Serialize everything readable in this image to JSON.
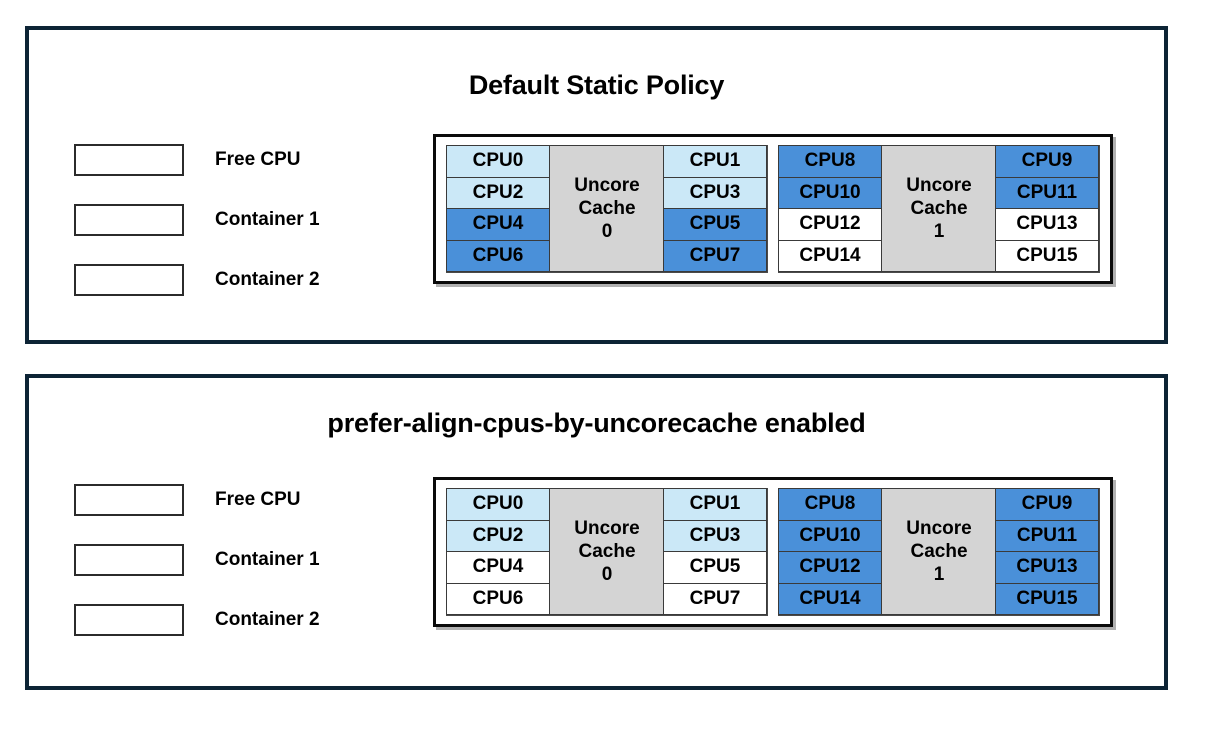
{
  "panels": [
    {
      "title": "Default Static Policy",
      "legend": [
        {
          "label": "Free CPU",
          "state": "free",
          "color": "#ffffff"
        },
        {
          "label": "Container 1",
          "state": "container1",
          "color": "#cbe8f7"
        },
        {
          "label": "Container 2",
          "state": "container2",
          "color": "#4a90d9"
        }
      ],
      "sockets": [
        {
          "cache_name": "Uncore",
          "cache_sub": "Cache",
          "cache_id": "0",
          "left_column": [
            {
              "label": "CPU0",
              "state": "container1"
            },
            {
              "label": "CPU2",
              "state": "container1"
            },
            {
              "label": "CPU4",
              "state": "container2"
            },
            {
              "label": "CPU6",
              "state": "container2"
            }
          ],
          "right_column": [
            {
              "label": "CPU1",
              "state": "container1"
            },
            {
              "label": "CPU3",
              "state": "container1"
            },
            {
              "label": "CPU5",
              "state": "container2"
            },
            {
              "label": "CPU7",
              "state": "container2"
            }
          ]
        },
        {
          "cache_name": "Uncore",
          "cache_sub": "Cache",
          "cache_id": "1",
          "left_column": [
            {
              "label": "CPU8",
              "state": "container2"
            },
            {
              "label": "CPU10",
              "state": "container2"
            },
            {
              "label": "CPU12",
              "state": "free"
            },
            {
              "label": "CPU14",
              "state": "free"
            }
          ],
          "right_column": [
            {
              "label": "CPU9",
              "state": "container2"
            },
            {
              "label": "CPU11",
              "state": "container2"
            },
            {
              "label": "CPU13",
              "state": "free"
            },
            {
              "label": "CPU15",
              "state": "free"
            }
          ]
        }
      ]
    },
    {
      "title": "prefer-align-cpus-by-uncorecache enabled",
      "legend": [
        {
          "label": "Free CPU",
          "state": "free",
          "color": "#ffffff"
        },
        {
          "label": "Container 1",
          "state": "container1",
          "color": "#cbe8f7"
        },
        {
          "label": "Container 2",
          "state": "container2",
          "color": "#4a90d9"
        }
      ],
      "sockets": [
        {
          "cache_name": "Uncore",
          "cache_sub": "Cache",
          "cache_id": "0",
          "left_column": [
            {
              "label": "CPU0",
              "state": "container1"
            },
            {
              "label": "CPU2",
              "state": "container1"
            },
            {
              "label": "CPU4",
              "state": "free"
            },
            {
              "label": "CPU6",
              "state": "free"
            }
          ],
          "right_column": [
            {
              "label": "CPU1",
              "state": "container1"
            },
            {
              "label": "CPU3",
              "state": "container1"
            },
            {
              "label": "CPU5",
              "state": "free"
            },
            {
              "label": "CPU7",
              "state": "free"
            }
          ]
        },
        {
          "cache_name": "Uncore",
          "cache_sub": "Cache",
          "cache_id": "1",
          "left_column": [
            {
              "label": "CPU8",
              "state": "container2"
            },
            {
              "label": "CPU10",
              "state": "container2"
            },
            {
              "label": "CPU12",
              "state": "container2"
            },
            {
              "label": "CPU14",
              "state": "container2"
            }
          ],
          "right_column": [
            {
              "label": "CPU9",
              "state": "container2"
            },
            {
              "label": "CPU11",
              "state": "container2"
            },
            {
              "label": "CPU13",
              "state": "container2"
            },
            {
              "label": "CPU15",
              "state": "container2"
            }
          ]
        }
      ]
    }
  ],
  "colors": {
    "panel_border": "#0d2435",
    "free": "#ffffff",
    "container1": "#cbe8f7",
    "container2": "#4a90d9",
    "cache": "#d4d4d4",
    "text": "#000000"
  }
}
